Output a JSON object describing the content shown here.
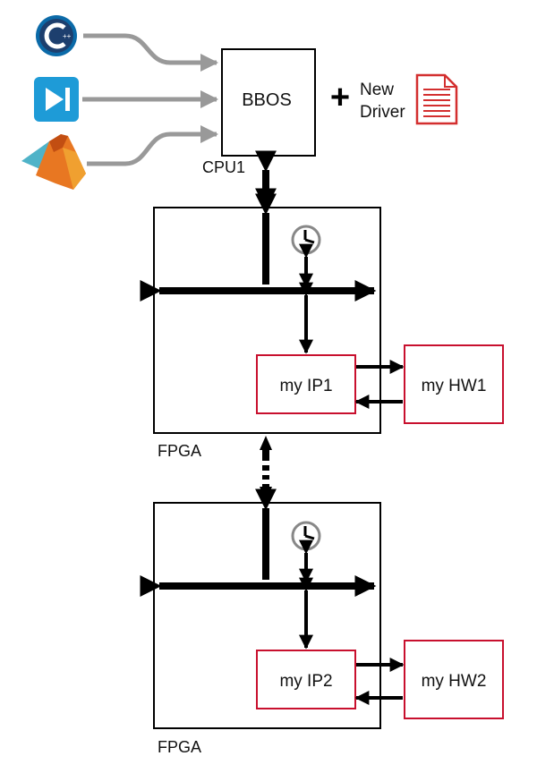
{
  "cpu_box": {
    "label": "BBOS",
    "caption": "CPU1"
  },
  "plus_symbol": "+",
  "new_driver": {
    "line1": "New",
    "line2": "Driver"
  },
  "icons": [
    "cpp-logo-icon",
    "labview-run-icon",
    "matlab-logo-icon",
    "document-icon",
    "clock-icon",
    "clock-icon"
  ],
  "fpga_blocks": [
    {
      "caption": "FPGA",
      "ip_label": "my IP1",
      "hw_label": "my HW1"
    },
    {
      "caption": "FPGA",
      "ip_label": "my IP2",
      "hw_label": "my HW2"
    }
  ],
  "colors": {
    "ip_border": "#c8102e",
    "driver_doc": "#d32f2f",
    "connector_gray": "#999999",
    "cpp_blue": "#00599c",
    "labview_blue": "#1e9bd7"
  }
}
